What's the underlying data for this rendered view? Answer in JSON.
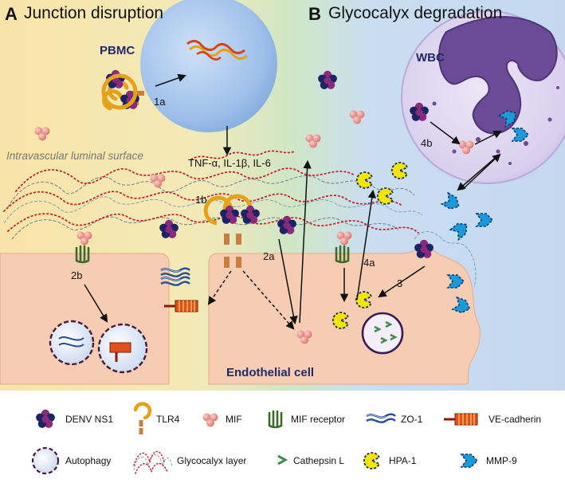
{
  "panel_a": {
    "letter": "A",
    "title": "Junction disruption"
  },
  "panel_b": {
    "letter": "B",
    "title": "Glycocalyx degradation"
  },
  "labels": {
    "pbmc": "PBMC",
    "wbc": "WBC",
    "step_1a": "1a",
    "step_1b": "1b",
    "step_2a": "2a",
    "step_2b": "2b",
    "step_3": "3",
    "step_4a": "4a",
    "step_4b": "4b",
    "cytokines": "TNF-α, IL-1β, IL-6",
    "luminal_surface": "Intravascular luminal surface",
    "endothelial_cell": "Endothelial cell"
  },
  "legend": [
    {
      "icon": "ns1-icon",
      "label": "DENV NS1"
    },
    {
      "icon": "tlr4-icon",
      "label": "TLR4"
    },
    {
      "icon": "mif-icon",
      "label": "MIF"
    },
    {
      "icon": "mif-receptor-icon",
      "label": "MIF receptor"
    },
    {
      "icon": "zo1-icon",
      "label": "ZO-1"
    },
    {
      "icon": "ve-cadherin-icon",
      "label": "VE-cadherin"
    },
    {
      "icon": "autophagy-icon",
      "label": "Autophagy"
    },
    {
      "icon": "glycocalyx-icon",
      "label": "Glycocalyx layer"
    },
    {
      "icon": "cathepsin-l-icon",
      "label": "Cathepsin L"
    },
    {
      "icon": "hpa1-icon",
      "label": "HPA-1"
    },
    {
      "icon": "mmp9-icon",
      "label": "MMP-9"
    }
  ],
  "colors": {
    "ns1_navy": "#1d2466",
    "ns1_purple": "#8a2a7a",
    "mif_pink": "#e88b84",
    "tlr4_gold": "#e6a11a",
    "ve_cadherin_red": "#d0451b",
    "hpa1_yellow": "#f2e600",
    "mmp9_blue": "#1a9ad8",
    "endothelial": "#f6cdb2",
    "legend_border": "#2a5a8f"
  }
}
